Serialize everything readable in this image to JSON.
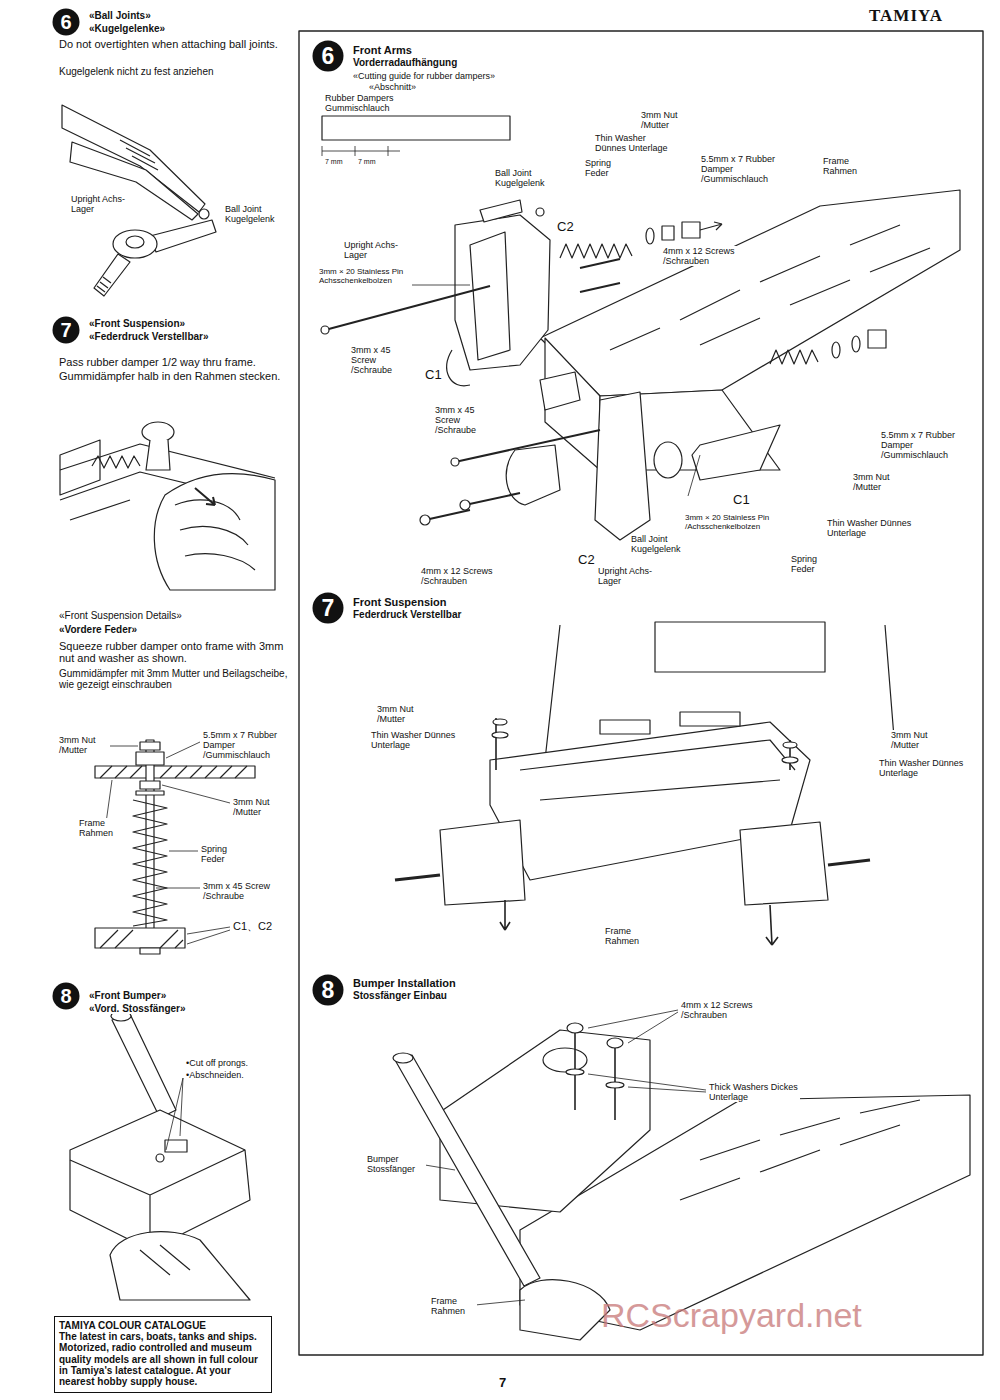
{
  "diagram": {
    "nodes": [
      {
        "text": [
          "6"
        ]
      },
      {
        "text": [
          "7"
        ]
      },
      {
        "text": [
          "8"
        ]
      },
      {
        "text": [
          "TAMIYA COLOUR CATALOGUE",
          "The latest in cars, boats, tanks and ships. Motorized, radio controlled and museum quality models are all shown in full colour in Tamiya's latest catalogue. At your nearest hobby supply house."
        ]
      },
      {
        "text": [
          "6"
        ]
      },
      {
        "text": [
          "7"
        ]
      },
      {
        "text": [
          "8"
        ]
      }
    ],
    "labels": [
      "TAMIYA",
      "«Ball Joints»",
      "«Kugelgelenke»",
      "Do not overtighten when attaching ball joints.",
      "Kugelgelenk nicht zu fest anziehen",
      "Upright Achs-Lager",
      "Ball Joint Kugelgelenk",
      "«Front Suspension»",
      "«Federdruck Verstellbar»",
      "Pass rubber damper 1/2 way thru frame.",
      "Gummidämpfer halb in den Rahmen stecken.",
      "«Front Suspension Details»",
      "«Vordere Feder»",
      "Squeeze rubber damper onto frame with 3mm nut and washer as shown.",
      "Gummidämpfer mit 3mm Mutter und Beilagscheibe, wie gezeigt einschrauben",
      "3mm Nut /Mutter",
      "5.5mm x 7 Rubber Damper /Gummischlauch",
      "3mm Nut /Mutter",
      "Frame Rahmen",
      "Spring Feder",
      "3mm x 45 Screw /Schraube",
      "C1、C2",
      "«Front Bumper»",
      "«Vord. Stossfänger»",
      "•Cut off prongs.",
      "•Abschneiden.",
      "Front Arms",
      "Vorderradaufhängung",
      "«Cutting guide for rubber dampers»",
      "«Abschnitt»",
      "Rubber Dampers",
      "Gummischlauch",
      "7 mm",
      "7 mm",
      "3mm Nut /Mutter",
      "Thin Washer Dünnes Unterlage",
      "Spring Feder",
      "5.5mm x 7 Rubber Damper /Gummischlauch",
      "Frame Rahmen",
      "Ball Joint Kugelgelenk",
      "C2",
      "Upright Achs-Lager",
      "3mm × 20 Stainless Pin Achsschenkelbolzen",
      "4mm x 12 Screws /Schrauben",
      "3mm x 45 Screw /Schraube",
      "C1",
      "3mm x 45 Screw /Schraube",
      "5.5mm x 7 Rubber Damper /Gummischlauch",
      "3mm Nut /Mutter",
      "C1",
      "3mm × 20 Stainless Pin /Achsschenkelbolzen",
      "Thin Washer Dünnes Unterlage",
      "Ball Joint Kugelgelenk",
      "C2",
      "Upright Achs-Lager",
      "Spring Feder",
      "4mm x 12 Screws /Schrauben",
      "Front Suspension",
      "Federdruck Verstellbar",
      "3mm Nut /Mutter",
      "Thin Washer Dünnes Unterlage",
      "3mm Nut /Mutter",
      "Thin Washer Dünnes Unterlage",
      "Frame Rahmen",
      "Bumper Installation",
      "Stossfänger Einbau",
      "4mm x 12 Screws /Schrauben",
      "Thick Washers Dickes Unterlage",
      "Bumper Stossfänger",
      "Frame Rahmen",
      "7",
      "RCScrapyard.net"
    ]
  }
}
